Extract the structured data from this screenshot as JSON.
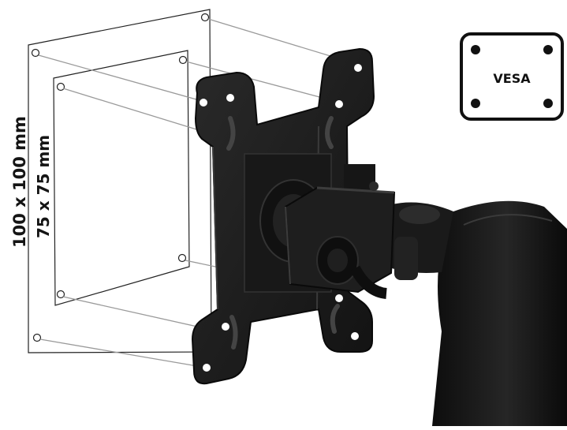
{
  "labels": {
    "outer_pattern": "100 x 100 mm",
    "inner_pattern": "75 x 75 mm",
    "badge": "VESA"
  },
  "colors": {
    "plate": "#1c1c1c",
    "arm": "#141414",
    "outline": "#222222",
    "guide_line": "#9a9a9a"
  },
  "icons": [
    "vesa-standard-icon",
    "monitor-mount-plate",
    "monitor-arm"
  ]
}
